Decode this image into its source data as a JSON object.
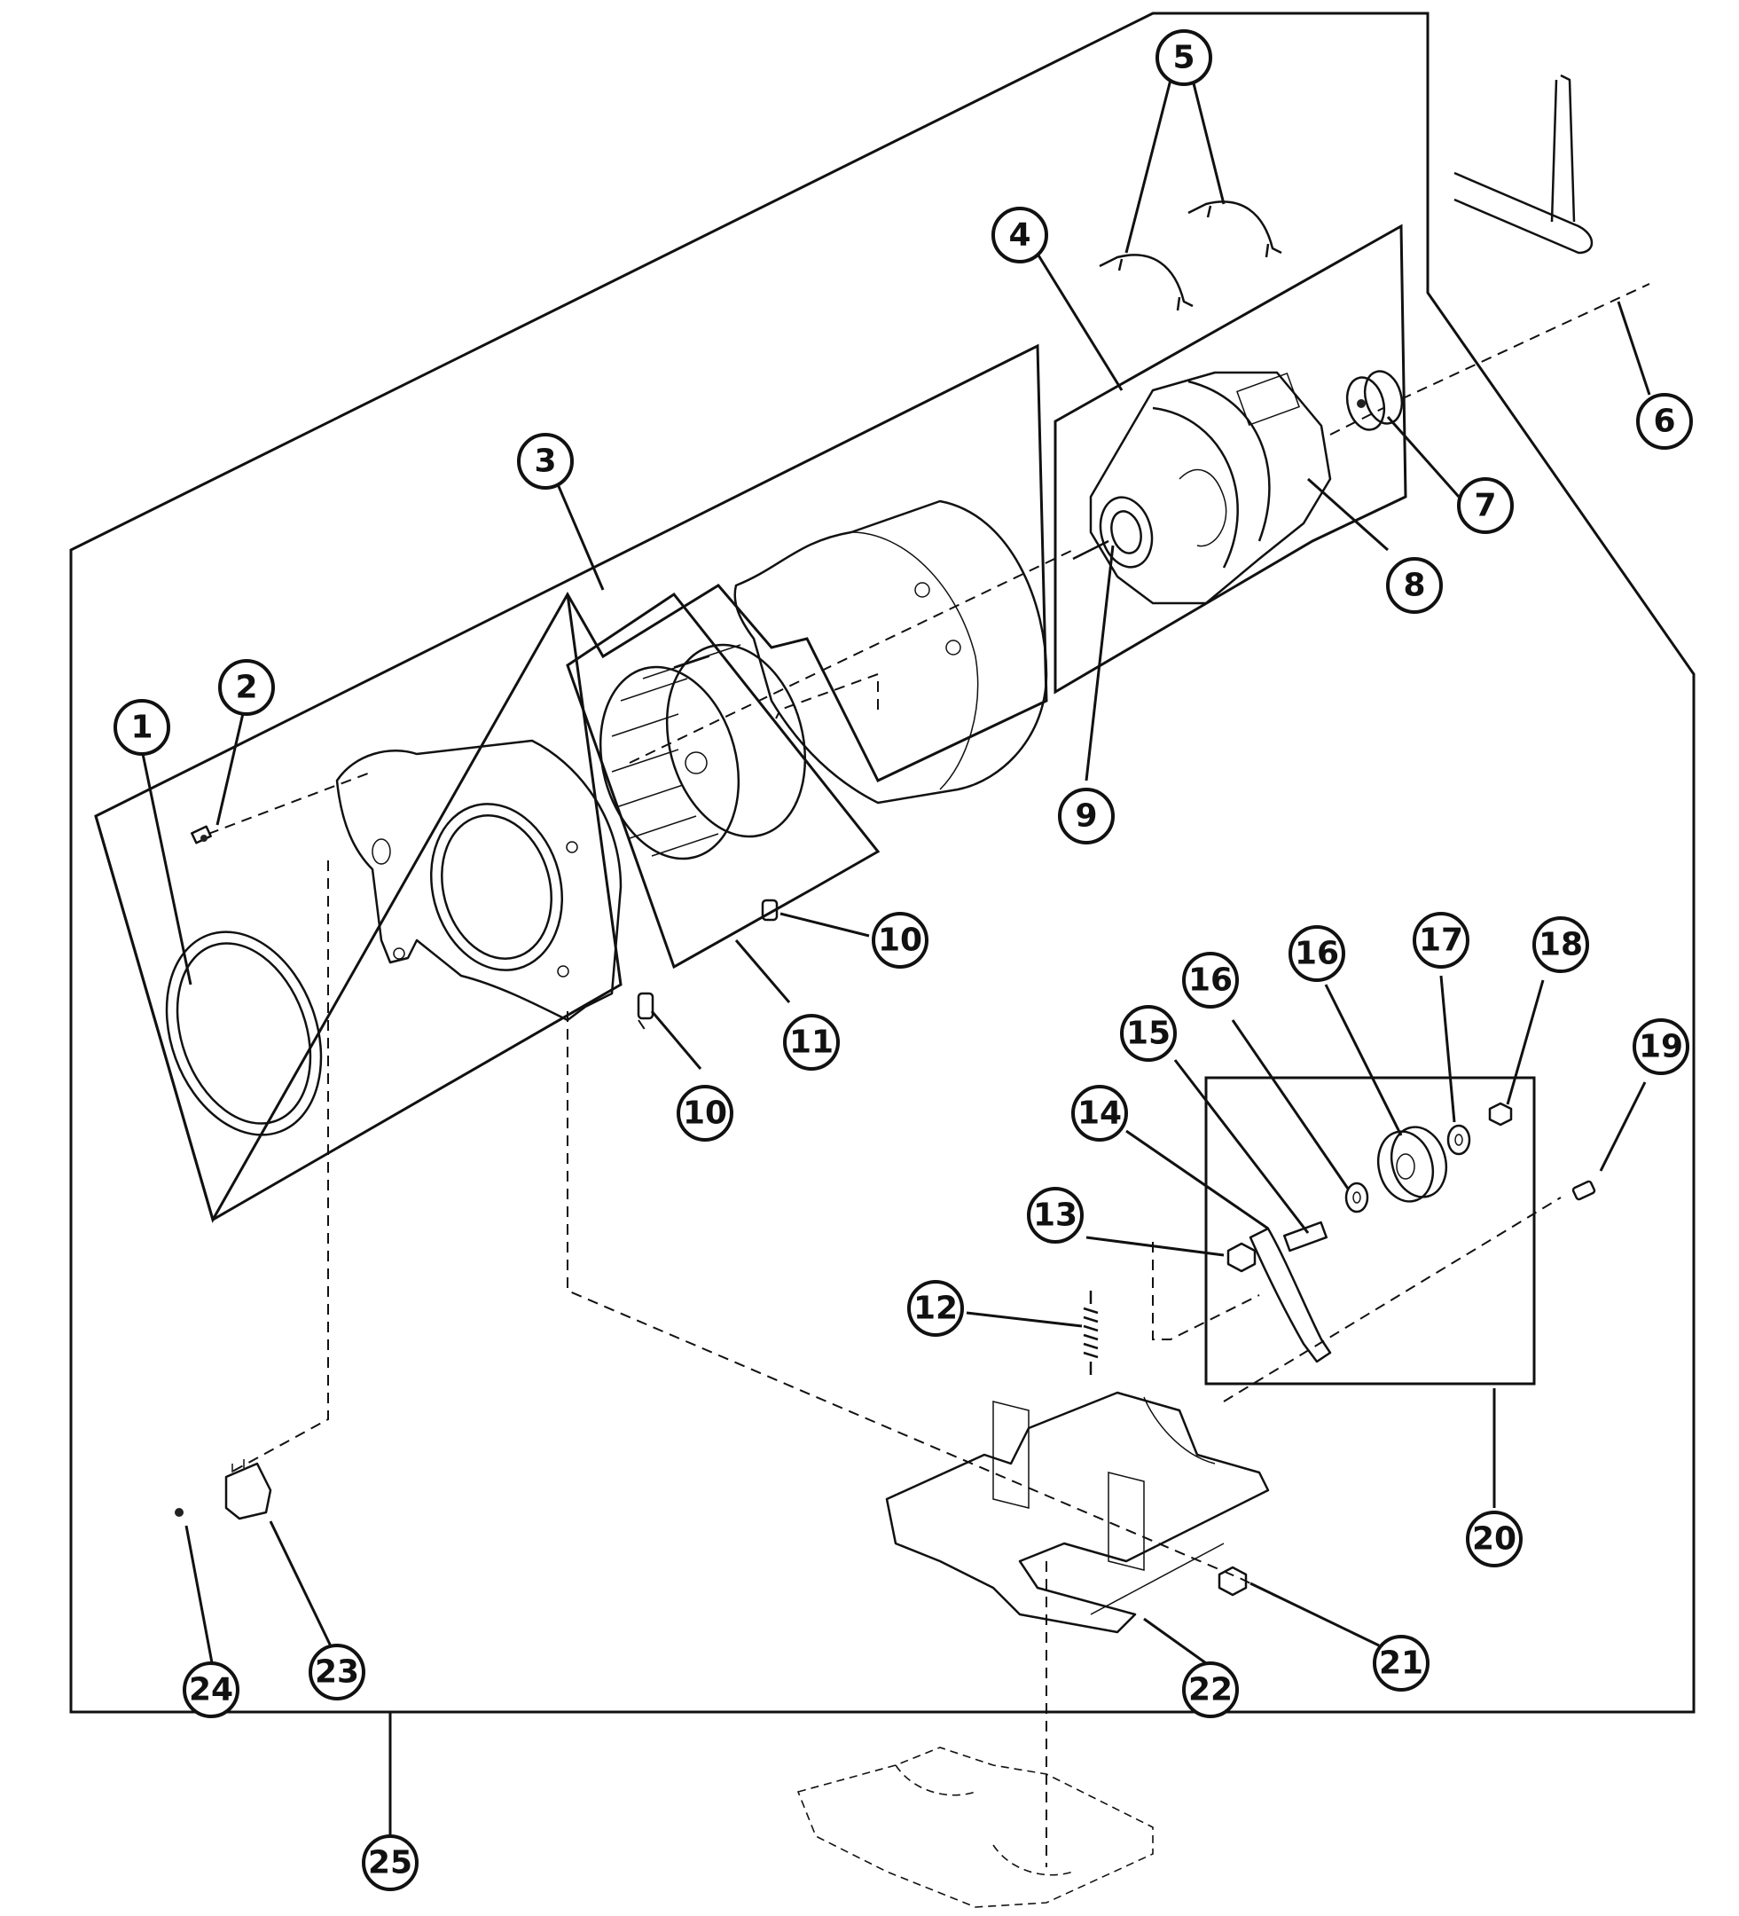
{
  "callouts": [
    {
      "id": "1",
      "label": "1"
    },
    {
      "id": "2",
      "label": "2"
    },
    {
      "id": "3",
      "label": "3"
    },
    {
      "id": "4",
      "label": "4"
    },
    {
      "id": "5",
      "label": "5"
    },
    {
      "id": "6",
      "label": "6"
    },
    {
      "id": "7",
      "label": "7"
    },
    {
      "id": "8",
      "label": "8"
    },
    {
      "id": "9",
      "label": "9"
    },
    {
      "id": "10a",
      "label": "10"
    },
    {
      "id": "10b",
      "label": "10"
    },
    {
      "id": "11",
      "label": "11"
    },
    {
      "id": "12",
      "label": "12"
    },
    {
      "id": "13",
      "label": "13"
    },
    {
      "id": "14",
      "label": "14"
    },
    {
      "id": "15",
      "label": "15"
    },
    {
      "id": "16a",
      "label": "16"
    },
    {
      "id": "16b",
      "label": "16"
    },
    {
      "id": "17",
      "label": "17"
    },
    {
      "id": "18",
      "label": "18"
    },
    {
      "id": "19",
      "label": "19"
    },
    {
      "id": "20",
      "label": "20"
    },
    {
      "id": "21",
      "label": "21"
    },
    {
      "id": "22",
      "label": "22"
    },
    {
      "id": "23",
      "label": "23"
    },
    {
      "id": "24",
      "label": "24"
    },
    {
      "id": "25",
      "label": "25"
    }
  ]
}
